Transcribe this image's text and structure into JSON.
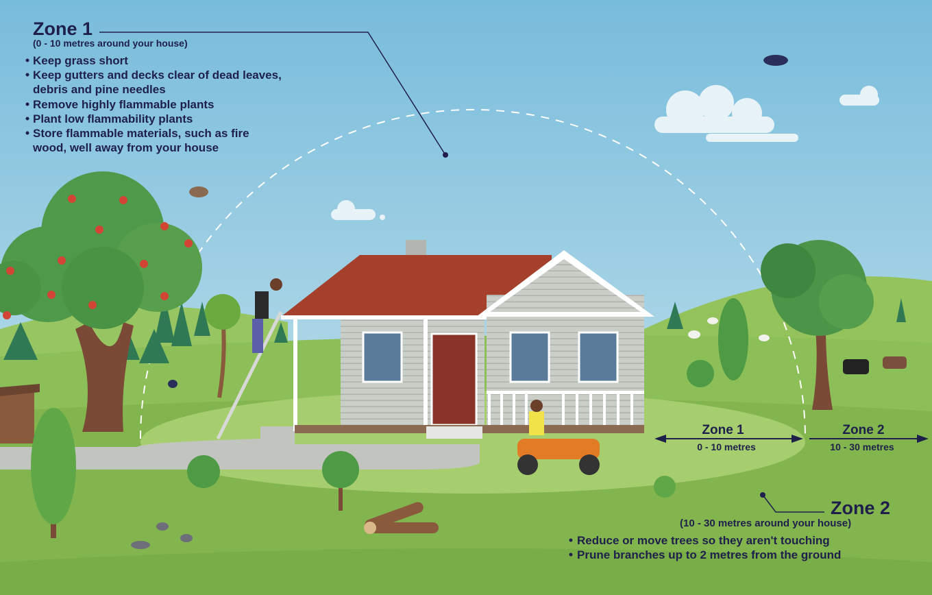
{
  "zone1_panel": {
    "title": "Zone 1",
    "subtitle": "(0 - 10 metres around your house)",
    "bullets": [
      "Keep grass short",
      "Keep gutters and decks clear of dead leaves,",
      "debris and pine needles",
      "Remove highly flammable plants",
      "Plant low flammability plants",
      "Store flammable materials, such as fire",
      "wood, well away from your house"
    ]
  },
  "zone2_panel": {
    "title": "Zone 2",
    "subtitle": "(10 - 30 metres around your house)",
    "bullets": [
      "Reduce or move trees so they aren't touching",
      "Prune branches up to 2 metres from the ground"
    ]
  },
  "distance_markers": {
    "zone1": {
      "label": "Zone 1",
      "range": "0 - 10 metres"
    },
    "zone2": {
      "label": "Zone 2",
      "range": "10 - 30 metres"
    }
  },
  "colors": {
    "text": "#1e1f4b",
    "sky": "#7fc0dc",
    "grass": "#86b852",
    "zone1_area": "#a6cd6e",
    "roof": "#a5402c"
  }
}
